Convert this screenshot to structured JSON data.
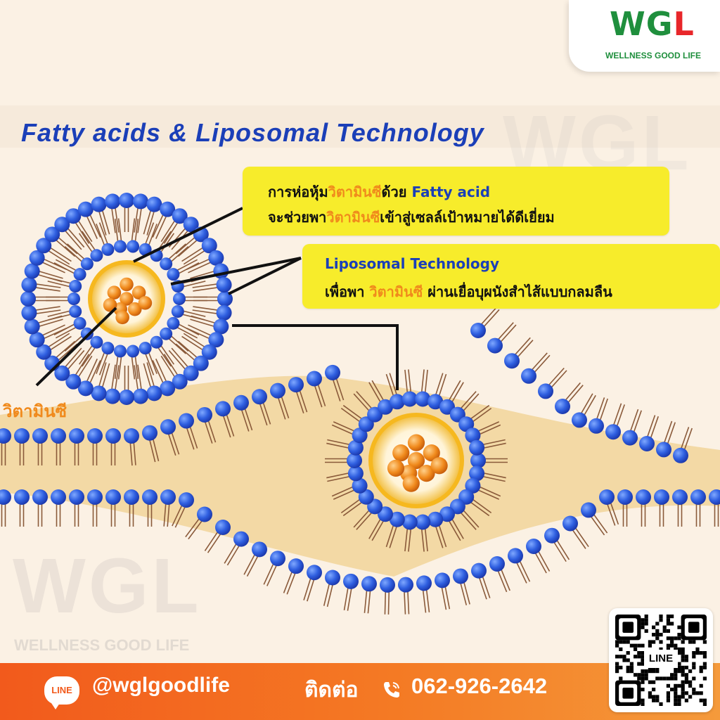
{
  "brand": {
    "logo_text": "WGL",
    "tagline": "WELLNESS GOOD LIFE",
    "colors": {
      "green": "#1f8f3d",
      "red": "#e8262a",
      "orange": "#f25a1c"
    }
  },
  "title": "Fatty acids & Liposomal Technology",
  "callout_1": {
    "line1_a": "การห่อหุ้ม",
    "line1_b": "วิตามินซี",
    "line1_c": "ด้วย ",
    "line1_d": "Fatty acid",
    "line2_a": "จะช่วยพา",
    "line2_b": "วิตามินซี",
    "line2_c": "เข้าสู่เซลล์เป้าหมายได้ดีเยี่ยม"
  },
  "callout_2": {
    "line1": "Liposomal Technology",
    "line2_a": "เพื่อพา ",
    "line2_b": "วิตามินซี",
    "line2_c": " ผ่านเยื่อบุผนังสำไส้แบบกลมลืน"
  },
  "vitamin_c_label": "วิตามินซี",
  "watermark": {
    "mark": "WGL",
    "text": "WELLNESS GOOD LIFE"
  },
  "footer": {
    "line_badge": "LINE",
    "handle": "@wglgoodlife",
    "contact_label": "ติดต่อ",
    "phone": "062-926-2642",
    "qr_label": "LINE"
  },
  "icons": [
    "line-logo-icon",
    "phone-icon",
    "qr-code-icon"
  ]
}
